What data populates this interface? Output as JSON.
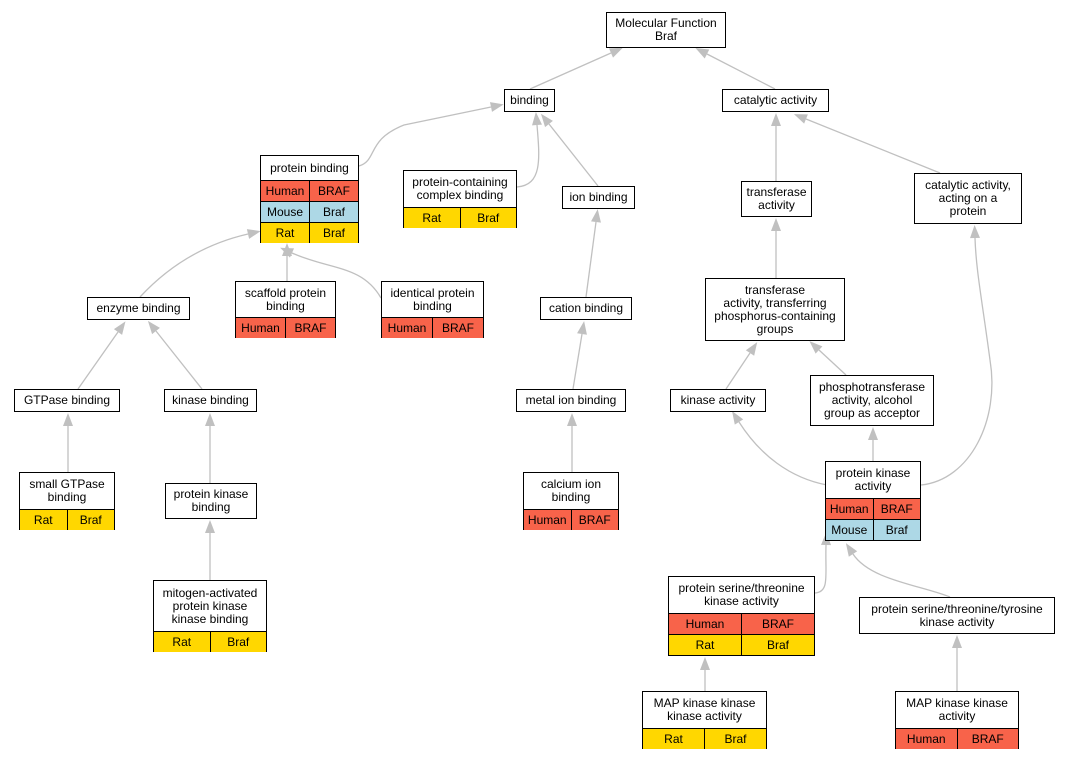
{
  "colors": {
    "human": "#f8634a",
    "mouse": "#add8e6",
    "rat": "#ffd700",
    "edge": "#c0c0c0"
  },
  "nodes": {
    "root": {
      "title": "Molecular Function\nBraf"
    },
    "binding": {
      "title": "binding"
    },
    "catalytic": {
      "title": "catalytic activity"
    },
    "protein_binding": {
      "title": "protein binding",
      "rows": [
        [
          "Human",
          "BRAF"
        ],
        [
          "Mouse",
          "Braf"
        ],
        [
          "Rat",
          "Braf"
        ]
      ]
    },
    "protein_containing": {
      "title": "protein-containing\ncomplex binding",
      "rows": [
        [
          "Rat",
          "Braf"
        ]
      ]
    },
    "ion_binding": {
      "title": "ion binding"
    },
    "transferase": {
      "title": "transferase\nactivity"
    },
    "catalytic_on_protein": {
      "title": "catalytic activity,\nacting on a\nprotein"
    },
    "enzyme_binding": {
      "title": "enzyme binding"
    },
    "scaffold": {
      "title": "scaffold protein\nbinding",
      "rows": [
        [
          "Human",
          "BRAF"
        ]
      ]
    },
    "identical": {
      "title": "identical protein\nbinding",
      "rows": [
        [
          "Human",
          "BRAF"
        ]
      ]
    },
    "cation": {
      "title": "cation binding"
    },
    "transferase_phos": {
      "title": "transferase\nactivity, transferring\nphosphorus-containing\ngroups"
    },
    "gtpase": {
      "title": "GTPase binding"
    },
    "kinase_binding": {
      "title": "kinase binding"
    },
    "metal_ion": {
      "title": "metal ion binding"
    },
    "kinase_activity": {
      "title": "kinase activity"
    },
    "phosphotransferase": {
      "title": "phosphotransferase\nactivity, alcohol\ngroup as acceptor"
    },
    "small_gtpase": {
      "title": "small GTPase\nbinding",
      "rows": [
        [
          "Rat",
          "Braf"
        ]
      ]
    },
    "protein_kinase_binding": {
      "title": "protein kinase\nbinding"
    },
    "calcium": {
      "title": "calcium ion\nbinding",
      "rows": [
        [
          "Human",
          "BRAF"
        ]
      ]
    },
    "protein_kinase_activity": {
      "title": "protein kinase\nactivity",
      "rows": [
        [
          "Human",
          "BRAF"
        ],
        [
          "Mouse",
          "Braf"
        ]
      ]
    },
    "mapkkb": {
      "title": "mitogen-activated\nprotein kinase\nkinase binding",
      "rows": [
        [
          "Rat",
          "Braf"
        ]
      ]
    },
    "ser_thr": {
      "title": "protein serine/threonine\nkinase activity",
      "rows": [
        [
          "Human",
          "BRAF"
        ],
        [
          "Rat",
          "Braf"
        ]
      ]
    },
    "ser_thr_tyr": {
      "title": "protein serine/threonine/tyrosine\nkinase activity"
    },
    "mapkk_rat": {
      "title": "MAP kinase kinase\nkinase activity",
      "rows": [
        [
          "Rat",
          "Braf"
        ]
      ]
    },
    "mapkk_human": {
      "title": "MAP kinase kinase\nactivity",
      "rows": [
        [
          "Human",
          "BRAF"
        ]
      ]
    }
  }
}
